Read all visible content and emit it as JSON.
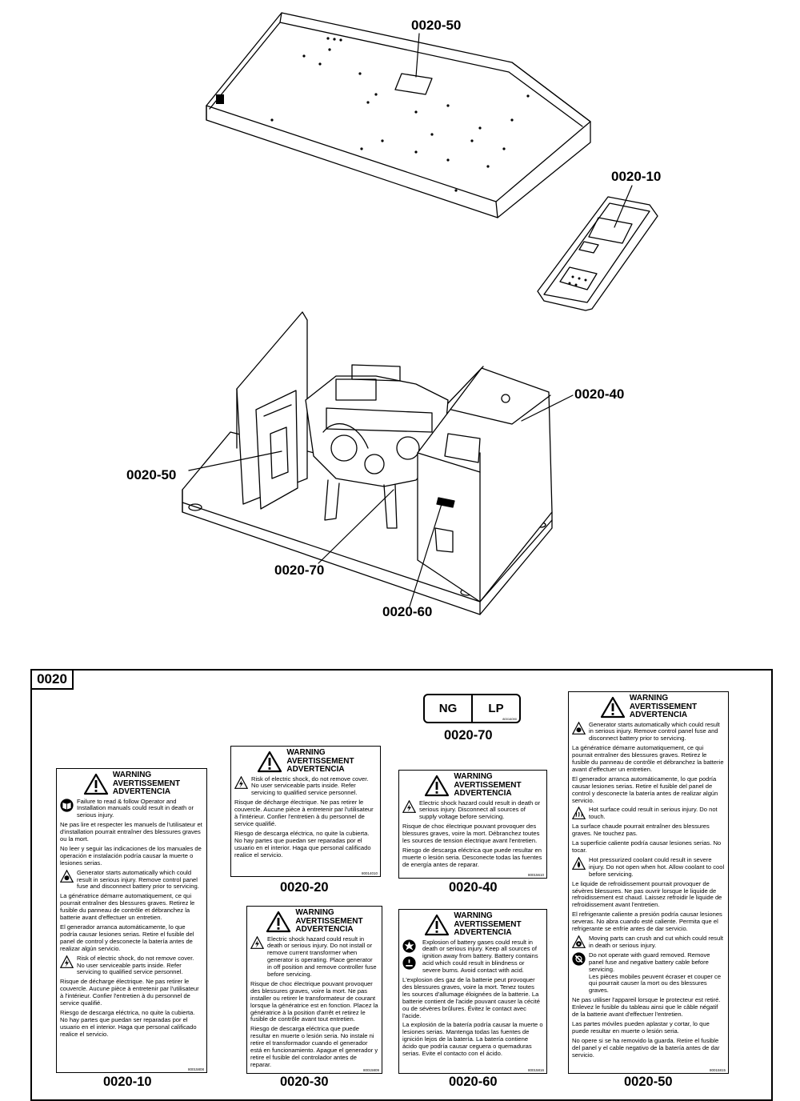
{
  "callouts": {
    "top_cover": "0020-50",
    "control_panel": "0020-10",
    "side_panel": "0020-40",
    "left_label": "0020-50",
    "fuel_label": "0020-70",
    "battery_label": "0020-60"
  },
  "section": {
    "number": "0020"
  },
  "fuel_decal": {
    "ng": "NG",
    "lp": "LP",
    "part": "80016090",
    "caption": "0020-70"
  },
  "decals": {
    "d10": {
      "heading": [
        "WARNING",
        "AVERTISSEMENT",
        "ADVERTENCIA"
      ],
      "manual_en": "Failure to read & follow Operator and Installation manuals could result in death or serious injury.",
      "manual_fr": "Ne pas lire et respecter les manuels de l'utilisateur et d'installation pourrait entraîner des blessures graves ou la mort.",
      "manual_es": "No leer y seguir las indicaciones de los manuales de operación e instalación podría causar la muerte o lesiones serias.",
      "start_en": "Generator starts automatically which could result in serious injury. Remove control panel fuse and disconnect battery prior to servicing.",
      "start_fr": "La génératrice démarre automatiquement, ce qui pourrait entraîner des blessures graves. Retirez le fusible du panneau de contrôle et débranchez la batterie avant d'effectuer un entretien.",
      "start_es": "El generador arranca automáticamente, lo que podría causar lesiones serias. Retire el fusible del panel de control y desconecte la batería antes de realizar algún servicio.",
      "shock_en": "Risk of electric shock, do not remove cover. No user serviceable parts inside. Refer servicing to qualified service personnel.",
      "shock_fr": "Risque de décharge électrique. Ne pas retirer le couvercle. Aucune pièce à entretenir par l'utilisateur à l'intérieur. Confier l'entretien à du personnel de service qualifié.",
      "shock_es": "Riesgo de descarga eléctrica, no quite la cubierta. No hay partes que puedan ser reparadas por el usuario en el interior. Haga que personal calificado realice el servicio.",
      "part": "80015808",
      "caption": "0020-10"
    },
    "d20": {
      "heading": [
        "WARNING",
        "AVERTISSEMENT",
        "ADVERTENCIA"
      ],
      "en": "Risk of electric shock, do not remove cover. No user serviceable parts inside. Refer servicing to qualified service personnel.",
      "fr": "Risque de décharge électrique. Ne pas retirer le couvercle. Aucune pièce à entretenir par l'utilisateur à l'intérieur. Confier l'entretien à du personnel de service qualifié.",
      "es": "Riesgo de descarga eléctrica, no quite la cubierta. No hay partes que puedan ser reparadas por el usuario en el interior. Haga que personal calificado realice el servicio.",
      "part": "80014010",
      "caption": "0020-20"
    },
    "d30": {
      "heading": [
        "WARNING",
        "AVERTISSEMENT",
        "ADVERTENCIA"
      ],
      "en": "Electric shock hazard could result in death or serious injury. Do not install or remove current transformer when generator is operating. Place generator in off position and remove controller fuse before servicing.",
      "fr": "Risque de choc électrique pouvant provoquer des blessures graves, voire la mort. Ne pas installer ou retirer le transformateur de courant lorsque la génératrice est en fonction. Placez la génératrice à la position d'arrêt et retirez le fusible de contrôle avant tout entretien.",
      "es": "Riesgo de descarga eléctrica que puede resultar en muerte o lesión seria. No instale ni retire el transformador cuando el generador está en funcionamiento. Apague el generador y retire el fusible del controlador antes de reparar.",
      "part": "80015809",
      "caption": "0020-30"
    },
    "d40": {
      "heading": [
        "WARNING",
        "AVERTISSEMENT",
        "ADVERTENCIA"
      ],
      "en": "Electric shock hazard could result in death or serious injury. Disconnect all sources of supply voltage before servicing.",
      "fr": "Risque de choc électrique pouvant provoquer des blessures graves, voire la mort. Débranchez toutes les sources de tension électrique avant l'entretien.",
      "es": "Riesgo de descarga eléctrica que puede resultar en muerte o lesión seria. Desconecte todas las fuentes de energía antes de reparar.",
      "part": "80015610",
      "caption": "0020-40"
    },
    "d60": {
      "heading": [
        "WARNING",
        "AVERTISSEMENT",
        "ADVERTENCIA"
      ],
      "en": "Explosion of battery gases could result in death or serious injury. Keep all sources of ignition away from battery. Battery contains acid which could result in blindness or severe burns. Avoid contact with acid.",
      "fr": "L'explosion des gaz de la batterie peut provoquer des blessures graves, voire la mort. Tenez toutes les sources d'allumage éloignées de la batterie. La batterie contient de l'acide pouvant causer la cécité ou de sévères brûlures. Évitez le contact avec l'acide.",
      "es": "La explosión de la batería podría causar la muerte o lesiones serias. Mantenga todas las fuentes de ignición lejos de la batería. La batería contiene ácido que podría causar ceguera o quemaduras serias. Evite el contacto con el ácido.",
      "part": "80015816",
      "caption": "0020-60"
    },
    "d50": {
      "heading": [
        "WARNING",
        "AVERTISSEMENT",
        "ADVERTENCIA"
      ],
      "start_en": "Generator starts automatically which could result in serious injury. Remove control panel fuse and disconnect battery prior to servicing.",
      "start_fr": "La génératrice démarre automatiquement, ce qui pourrait entraîner des blessures graves. Retirez le fusible du panneau de contrôle et débranchez la batterie avant d'effectuer un entretien.",
      "start_es": "El generador arranca automáticamente, lo que podría causar lesiones serias. Retire el fusible del panel de control y desconecte la batería antes de realizar algún servicio.",
      "hot_en": "Hot surface could result in serious injury. Do not touch.",
      "hot_fr": "La surface chaude pourrait entraîner des blessures graves. Ne touchez pas.",
      "hot_es": "La superficie caliente podría causar lesiones serias. No tocar.",
      "coolant_en": "Hot pressurized coolant could result in severe injury. Do not open when hot. Allow coolant to cool before servicing.",
      "coolant_fr": "Le liquide de refroidissement pourrait provoquer de sévères blessures. Ne pas ouvrir lorsque le liquide de refroidissement est chaud. Laissez refroidir le liquide de refroidissement avant l'entretien.",
      "coolant_es": "El refrigerante caliente a presión podría causar lesiones severas. No abra cuando esté caliente. Permita que el refrigerante se enfríe antes de dar servicio.",
      "moving_en": "Moving parts can crush and cut which could result in death or serious injury.",
      "guard_en": "Do not operate with guard removed. Remove panel fuse and negative battery cable before servicing.",
      "moving_fr": "Les pièces mobiles peuvent écraser et couper ce qui pourrait causer la mort ou des blessures graves.",
      "guard_fr": "Ne pas utiliser l'appareil lorsque le protecteur est retiré. Enlevez le fusible du tableau ainsi que le câble négatif de la batterie avant d'effectuer l'entretien.",
      "moving_es": "Las partes móviles pueden aplastar y cortar, lo que puede resultar en muerte o lesión seria.",
      "guard_es": "No opere si se ha removido la guarda. Retire el fusible del panel y el cable negativo de la batería antes de dar servicio.",
      "part": "80015815",
      "caption": "0020-50"
    }
  }
}
